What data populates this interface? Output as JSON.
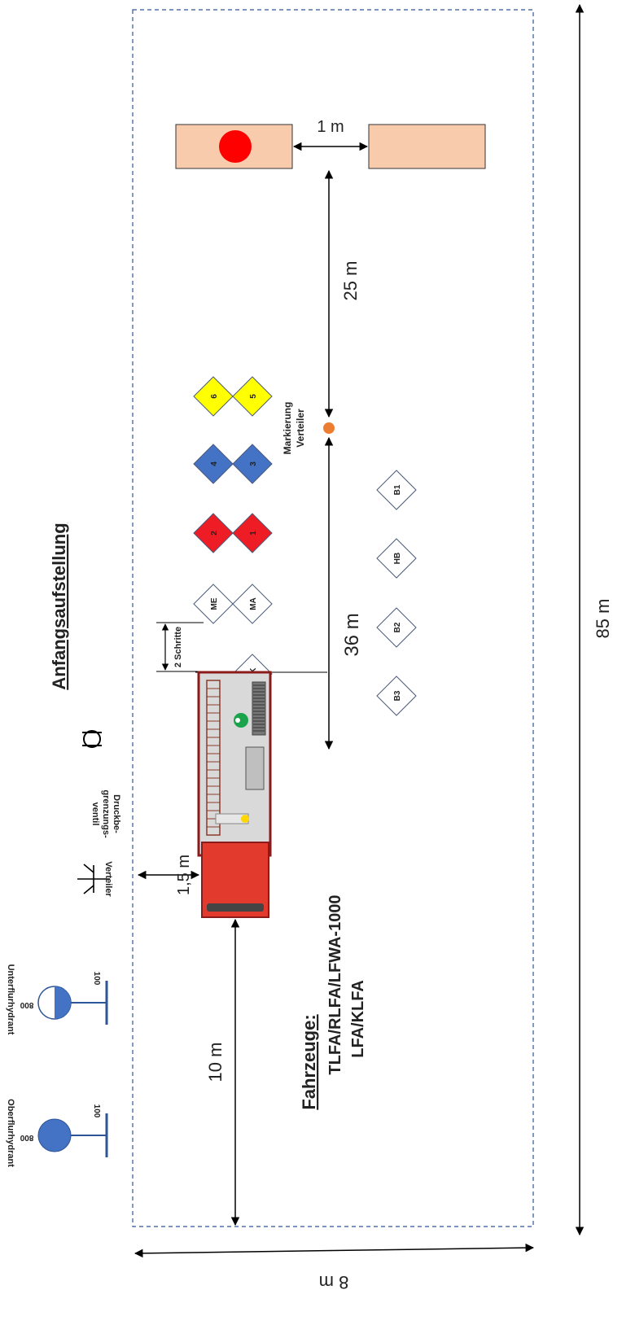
{
  "title": "Anfangsaufstellung",
  "vehicles": {
    "heading": "Fahrzeuge:",
    "line1": "TLFA/RLFA/LFWA-1000",
    "line2": "LFA/KLFA"
  },
  "dimensions": {
    "width": "8 m",
    "length": "85 m",
    "target_gap": "1 m",
    "to_target": "25 m",
    "to_distributor": "36 m",
    "front_offset": "10 m",
    "side_offset": "1,5 m",
    "steps": "2 Schritte"
  },
  "marker": {
    "line1": "Markierung",
    "line2": "Verteiler",
    "color": "#ed7d31"
  },
  "legend": {
    "oberflurhydrant": {
      "label": "Oberflurhydrant",
      "top": "800",
      "side": "100"
    },
    "unterflurhydrant": {
      "label": "Unterflurhydrant",
      "top": "800",
      "side": "100"
    },
    "verteiler": {
      "label": "Verteiler"
    },
    "druckbegrenzung": {
      "line1": "Druckbe-",
      "line2": "grenzungs-",
      "line3": "ventil"
    }
  },
  "crew": {
    "row_me": [
      "ME",
      "2",
      "4",
      "6"
    ],
    "row_ma": [
      "GK",
      "MA",
      "1",
      "3",
      "5"
    ],
    "row_b": [
      "B3",
      "B2",
      "HB",
      "B1"
    ]
  },
  "colors": {
    "red": "#ee1c25",
    "blue": "#4472c4",
    "yellow": "#ffff00",
    "target_fill": "#f8cbad",
    "border_dash": "#2e5597"
  }
}
